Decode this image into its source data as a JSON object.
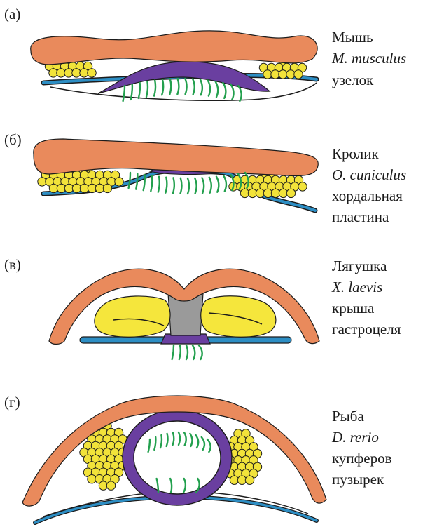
{
  "panels": [
    {
      "letter": "(а)",
      "organism": "Мышь",
      "species": "M. musculus",
      "structure_lines": [
        "узелок"
      ]
    },
    {
      "letter": "(б)",
      "organism": "Кролик",
      "species": "O. cuniculus",
      "structure_lines": [
        "хордальная",
        "пластина"
      ]
    },
    {
      "letter": "(в)",
      "organism": "Лягушка",
      "species": "X. laevis",
      "structure_lines": [
        "крыша",
        "гастроцеля"
      ]
    },
    {
      "letter": "(г)",
      "organism": "Рыба",
      "species": "D. rerio",
      "structure_lines": [
        "купферов",
        "пузырек"
      ]
    }
  ],
  "colors": {
    "ectoderm": "#E98A5C",
    "mesoderm_cells": "#F2E33A",
    "endoderm": "#2D8EC4",
    "organizer": "#6A3FA0",
    "cilia": "#23A04E",
    "notochord": "#9A9A9A",
    "frog_mesoderm": "#F5E63C",
    "outline": "#1c1c1c"
  }
}
